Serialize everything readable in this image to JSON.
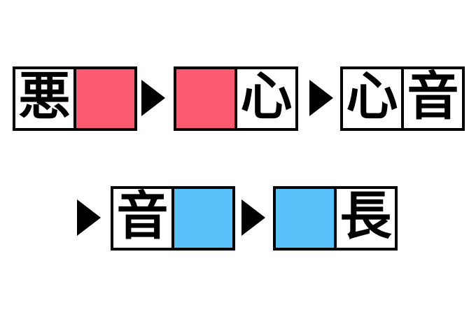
{
  "colors": {
    "pink": "#fb5a71",
    "blue": "#59c2fb",
    "border": "#000000",
    "background": "#ffffff"
  },
  "puzzle": {
    "kind": "kanji-word-chain",
    "rows": [
      {
        "items": [
          {
            "type": "box",
            "cells": [
              {
                "kind": "kanji",
                "char": "悪"
              },
              {
                "kind": "blank",
                "fill": "pink"
              }
            ]
          },
          {
            "type": "arrow",
            "icon": "right-triangle"
          },
          {
            "type": "box",
            "cells": [
              {
                "kind": "blank",
                "fill": "pink"
              },
              {
                "kind": "kanji",
                "char": "心"
              }
            ]
          },
          {
            "type": "arrow",
            "icon": "right-triangle"
          },
          {
            "type": "box",
            "cells": [
              {
                "kind": "kanji",
                "char": "心"
              },
              {
                "kind": "kanji",
                "char": "音"
              }
            ]
          }
        ]
      },
      {
        "items": [
          {
            "type": "arrow",
            "icon": "right-triangle"
          },
          {
            "type": "box",
            "cells": [
              {
                "kind": "kanji",
                "char": "音"
              },
              {
                "kind": "blank",
                "fill": "blue"
              }
            ]
          },
          {
            "type": "arrow",
            "icon": "right-triangle"
          },
          {
            "type": "box",
            "cells": [
              {
                "kind": "blank",
                "fill": "blue"
              },
              {
                "kind": "kanji",
                "char": "長"
              }
            ]
          }
        ]
      }
    ]
  }
}
